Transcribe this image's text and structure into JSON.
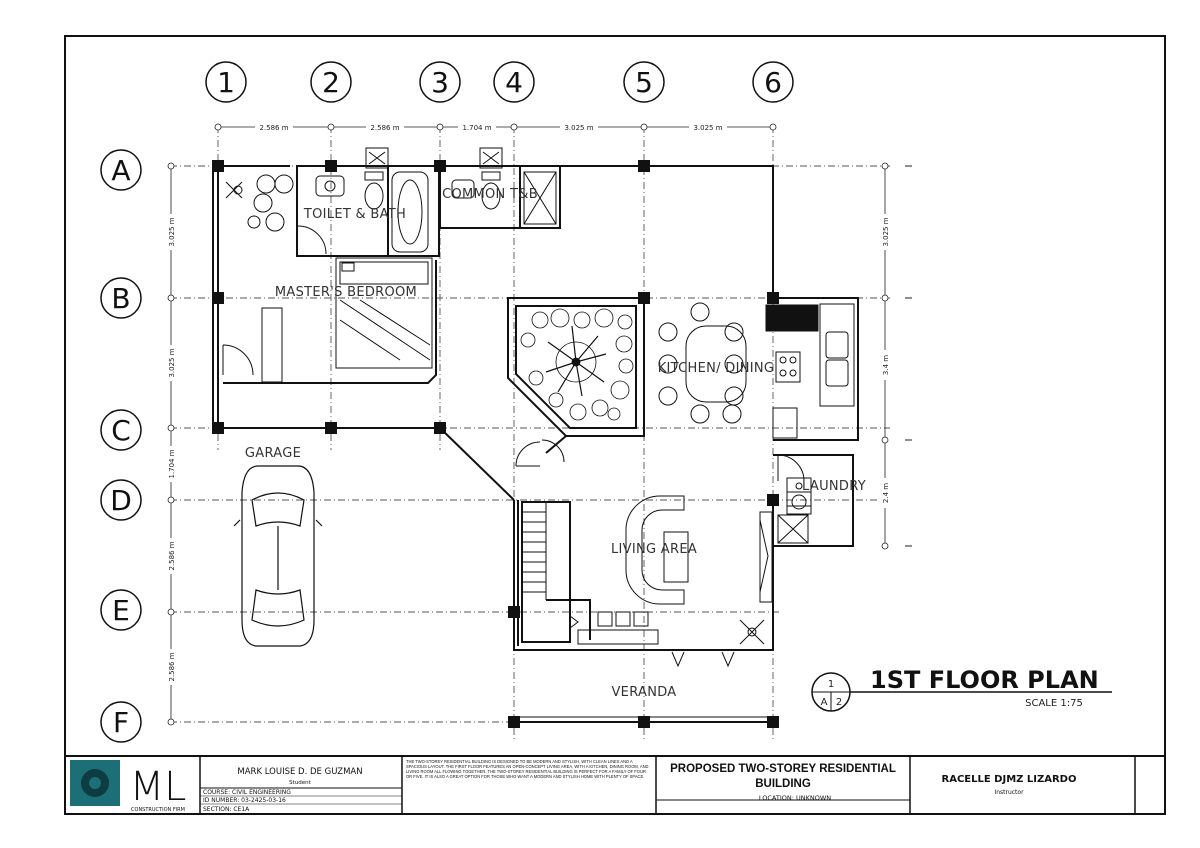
{
  "plan": {
    "grid_columns": [
      "1",
      "2",
      "3",
      "4",
      "5",
      "6"
    ],
    "grid_rows": [
      "A",
      "B",
      "C",
      "D",
      "E",
      "F"
    ],
    "top_dimensions": [
      "2.586 m",
      "2.586 m",
      "1.704 m",
      "3.025 m",
      "3.025 m"
    ],
    "left_dimensions": [
      "3.025 m",
      "3.025 m",
      "1.704 m",
      "2.586 m",
      "2.586 m"
    ],
    "right_dimensions": [
      "3.025 m",
      "3.4 m",
      "2.4 m"
    ],
    "rooms": {
      "toilet_bath": "TOILET & BATH",
      "common_tb": "COMMON T&B",
      "masters_bedroom": "MASTER'S BEDROOM",
      "kitchen_dining": "KITCHEN/ DINING",
      "garage": "GARAGE",
      "laundry": "LAUNDRY",
      "living_area": "LIVING AREA",
      "veranda": "VERANDA"
    },
    "title": "1ST FLOOR PLAN",
    "scale": "SCALE 1:75",
    "section_marker_top": "1",
    "section_marker_bottom_left": "A",
    "section_marker_bottom_right": "2"
  },
  "title_block": {
    "logo_text": "ML",
    "logo_caption": "CONSTRUCTION FIRM",
    "student_name": "MARK LOUISE D. DE GUZMAN",
    "student_role": "Student",
    "course": "COURSE: CIVIL ENGINEERING",
    "student_no": "ID NUMBER: 03-2425-03-16",
    "section": "SECTION: CE1A",
    "description": "THE TWO-STOREY RESIDENTIAL BUILDING IS DESIGNED TO BE MODERN AND STYLISH, WITH CLEAN LINES AND A SPACIOUS LAYOUT. THE FIRST FLOOR FEATURES AN OPEN-CONCEPT LIVING AREA, WITH A KITCHEN, DINING ROOM, AND LIVING ROOM ALL FLOWING TOGETHER. THE TWO-STOREY RESIDENTIAL BUILDING IS PERFECT FOR A FAMILY OF FOUR OR FIVE. IT IS ALSO A GREAT OPTION FOR THOSE WHO WANT A MODERN AND STYLISH HOME WITH PLENTY OF SPACE.",
    "project_title": "PROPOSED TWO-STOREY RESIDENTIAL BUILDING",
    "location": "LOCATION: UNKNOWN",
    "instructor_name": "RACELLE DJMZ LIZARDO",
    "instructor_role": "Instructor"
  },
  "colors": {
    "line": "#111111",
    "grid": "#444444",
    "logo_bg": "#1c6f77"
  }
}
